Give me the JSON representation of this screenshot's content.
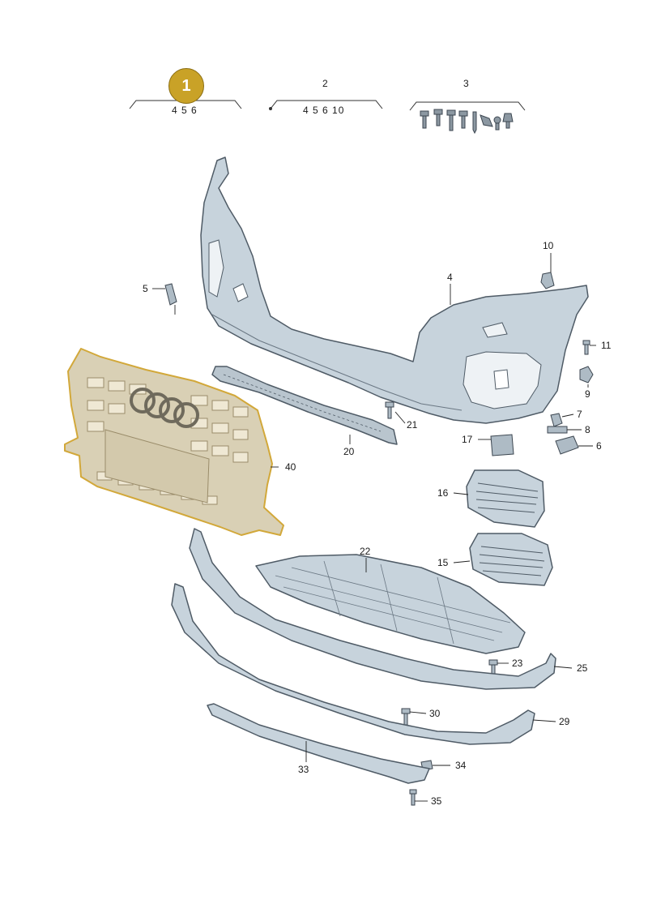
{
  "colors": {
    "highlight": "#c9a227",
    "part_fill": "#c7d3dc",
    "part_stroke": "#4f5b66",
    "grille_fill": "#d9d0b5",
    "grille_stroke": "#d2a83a"
  },
  "assemblies": [
    {
      "id": "1",
      "components": "4  5  6"
    },
    {
      "id": "2",
      "components": "4  5  6  10"
    },
    {
      "id": "3",
      "components": ""
    }
  ],
  "parts": {
    "p4": "4",
    "p5": "5",
    "p6": "6",
    "p7": "7",
    "p8": "8",
    "p9": "9",
    "p10": "10",
    "p11": "11",
    "p15": "15",
    "p16": "16",
    "p17": "17",
    "p20": "20",
    "p21": "21",
    "p22": "22",
    "p23": "23",
    "p25": "25",
    "p29": "29",
    "p30": "30",
    "p33": "33",
    "p34": "34",
    "p35": "35",
    "p40": "40"
  }
}
